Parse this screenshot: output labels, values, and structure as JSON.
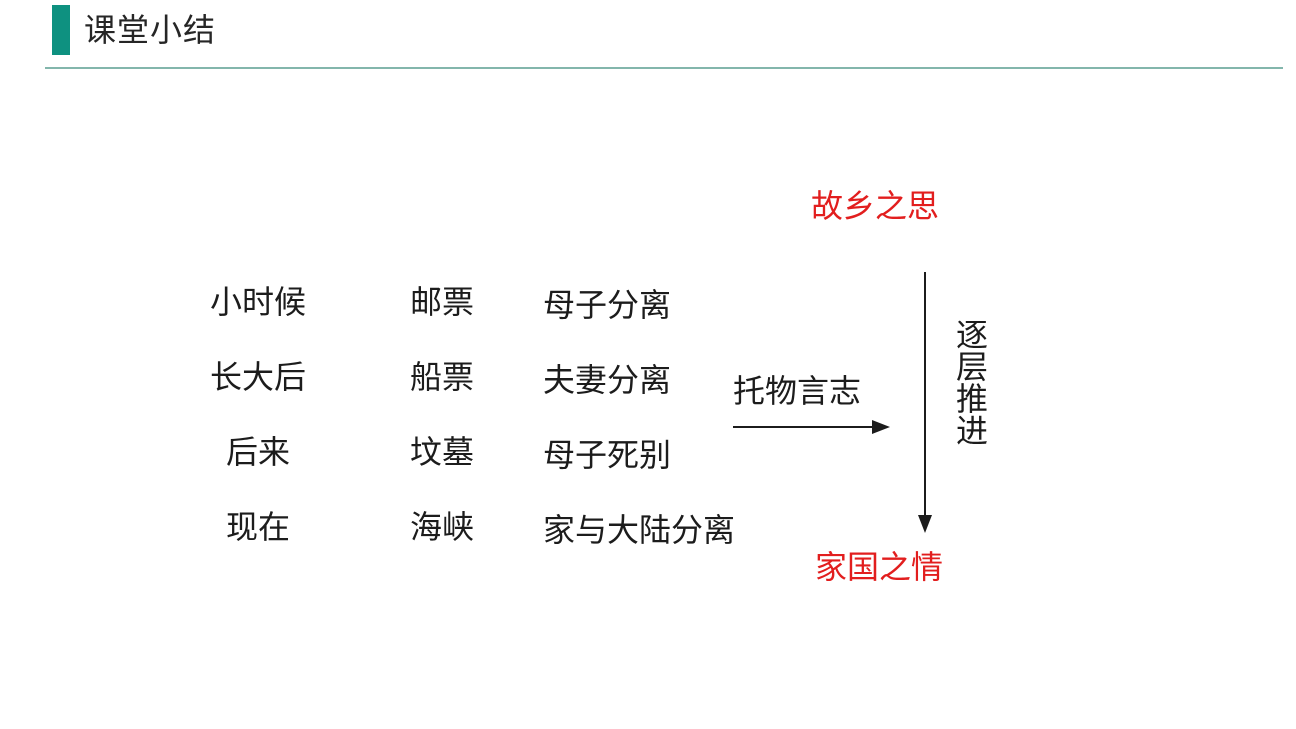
{
  "slide": {
    "title": "课堂小结",
    "colors": {
      "accent_green": "#0e9180",
      "header_rule": "#83b6ac",
      "theme_red": "#e21e1e",
      "text": "#1c1c1c"
    }
  },
  "diagram": {
    "rows": [
      {
        "time": "小时候",
        "object": "邮票",
        "meaning": "母子分离"
      },
      {
        "time": "长大后",
        "object": "船票",
        "meaning": "夫妻分离"
      },
      {
        "time": "后来",
        "object": "坟墓",
        "meaning": "母子死别"
      },
      {
        "time": "现在",
        "object": "海峡",
        "meaning": "家与大陆分离"
      }
    ],
    "technique_label": "托物言志",
    "top_theme": "故乡之思",
    "bottom_theme": "家国之情",
    "progression_label": "逐层推进"
  }
}
